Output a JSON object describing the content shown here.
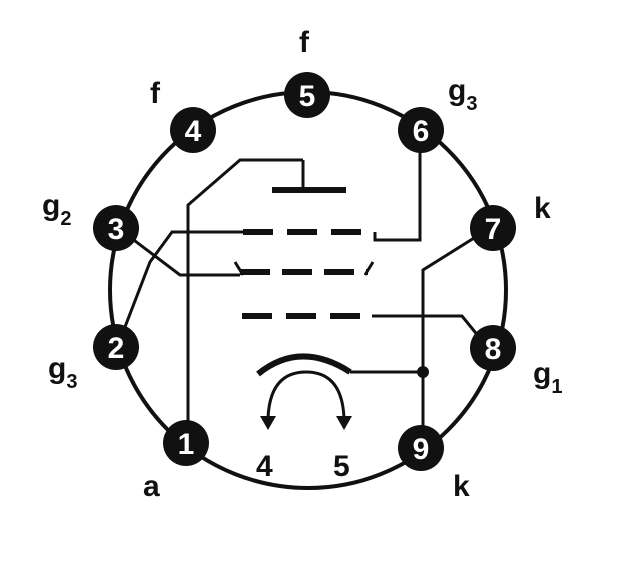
{
  "pins": [
    {
      "number": "1",
      "label": "a",
      "sub": ""
    },
    {
      "number": "2",
      "label": "g",
      "sub": "3"
    },
    {
      "number": "3",
      "label": "g",
      "sub": "2"
    },
    {
      "number": "4",
      "label": "f",
      "sub": ""
    },
    {
      "number": "5",
      "label": "f",
      "sub": ""
    },
    {
      "number": "6",
      "label": "g",
      "sub": "3"
    },
    {
      "number": "7",
      "label": "k",
      "sub": ""
    },
    {
      "number": "8",
      "label": "g",
      "sub": "1"
    },
    {
      "number": "9",
      "label": "k",
      "sub": ""
    }
  ],
  "heater": {
    "left": "4",
    "right": "5"
  },
  "colors": {
    "ink": "#111111",
    "pin_fill": "#111111",
    "pin_text": "#ffffff",
    "background": "#ffffff"
  }
}
